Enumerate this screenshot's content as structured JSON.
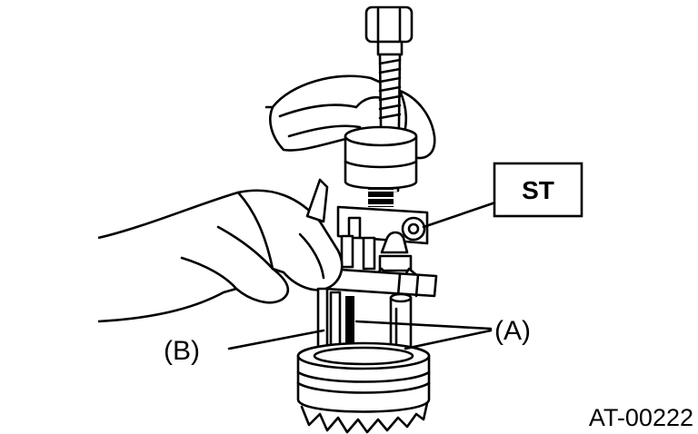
{
  "labels": {
    "st": "ST",
    "a": "(A)",
    "b": "(B)",
    "figure_code": "AT-00222"
  },
  "icons": {
    "tool": "special-tool-puller-icon",
    "hand": "hand-icon"
  }
}
